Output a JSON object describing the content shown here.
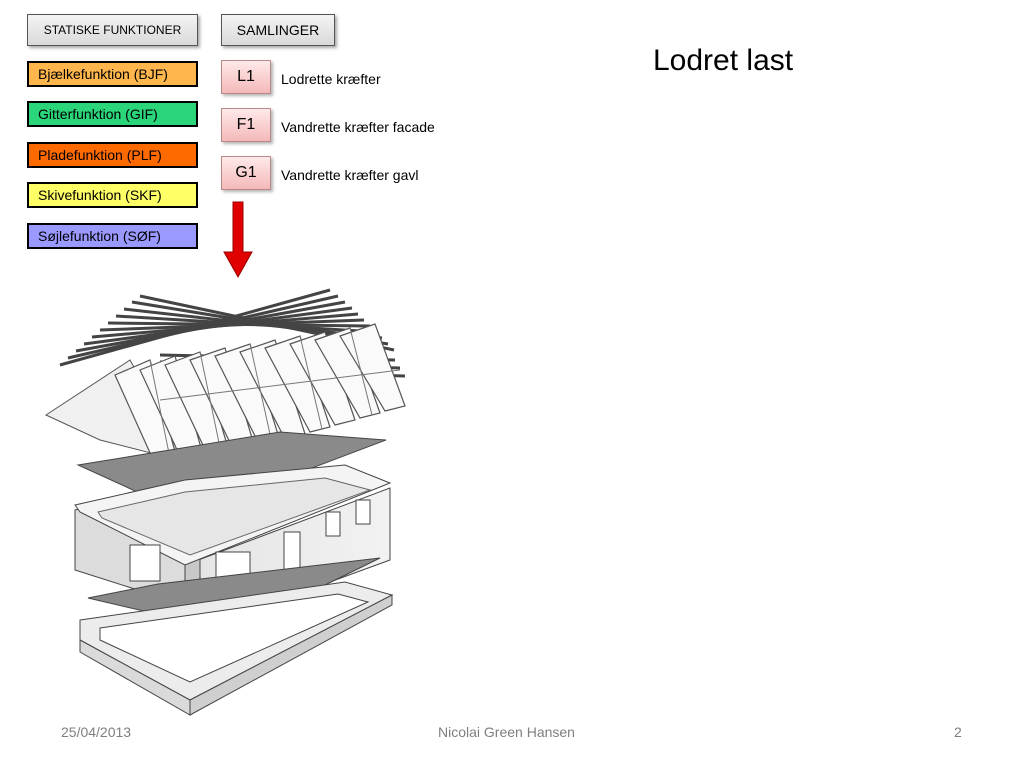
{
  "header": {
    "static_label": "STATISKE FUNKTIONER",
    "samlinger_label": "SAMLINGER"
  },
  "functions": [
    {
      "label": "Bjælkefunktion (BJF)",
      "color": "#FFB64C"
    },
    {
      "label": "Gitterfunktion (GIF)",
      "color": "#2BD67B"
    },
    {
      "label": "Pladefunktion (PLF)",
      "color": "#FF6A00"
    },
    {
      "label": "Skivefunktion (SKF)",
      "color": "#FFFF66"
    },
    {
      "label": "Søjlefunktion (SØF)",
      "color": "#9999FF"
    }
  ],
  "samlinger": [
    {
      "code": "L1",
      "label": "Lodrette kræfter"
    },
    {
      "code": "F1",
      "label": "Vandrette kræfter facade"
    },
    {
      "code": "G1",
      "label": "Vandrette kræfter gavl"
    }
  ],
  "title": "Lodret last",
  "load_arrow_color": "#E00000",
  "footer": {
    "date": "25/04/2013",
    "author": "Nicolai Green Hansen",
    "page": "2"
  }
}
